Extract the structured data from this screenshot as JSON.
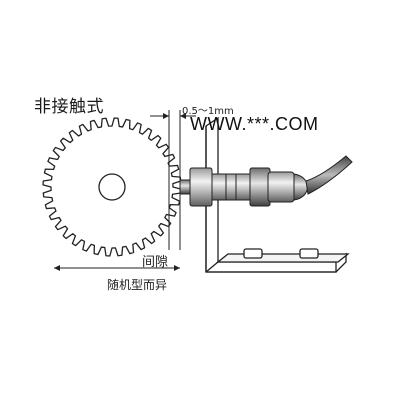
{
  "diagram": {
    "title": "非接触式",
    "gap_range_label": "0.5～1mm",
    "watermark": "WWW.***.COM",
    "gap_label": "间隙",
    "model_note": "随机型而异"
  },
  "colors": {
    "line": "#222222",
    "fill": "#ffffff",
    "metal_dark": "#555555",
    "metal_light": "#dddddd"
  },
  "gear": {
    "teeth": 36
  }
}
